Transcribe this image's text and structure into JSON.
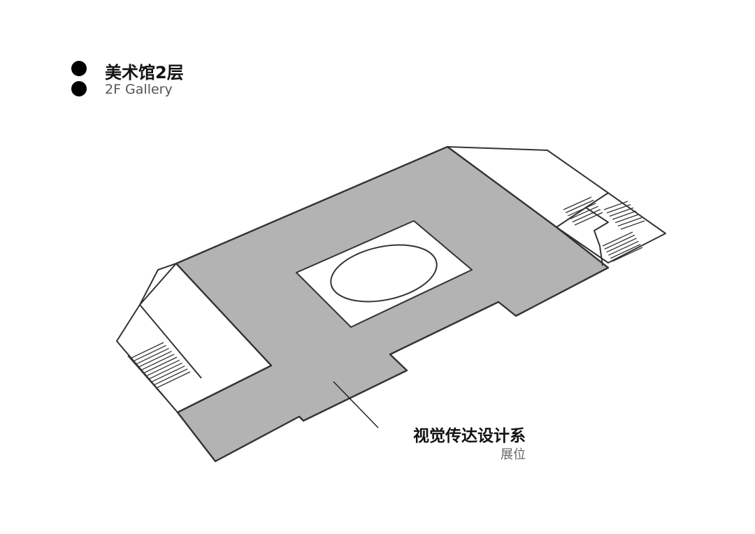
{
  "legend": {
    "title": "美术馆2层",
    "subtitle": "2F Gallery"
  },
  "zone": {
    "name": "视觉传达设计系",
    "sublabel": "展位"
  },
  "colors": {
    "floor_fill": "#b3b3b3",
    "outline": "#333333",
    "background": "#ffffff",
    "dot": "#000000"
  },
  "icons": {
    "legend_marker": "filled-circle"
  }
}
